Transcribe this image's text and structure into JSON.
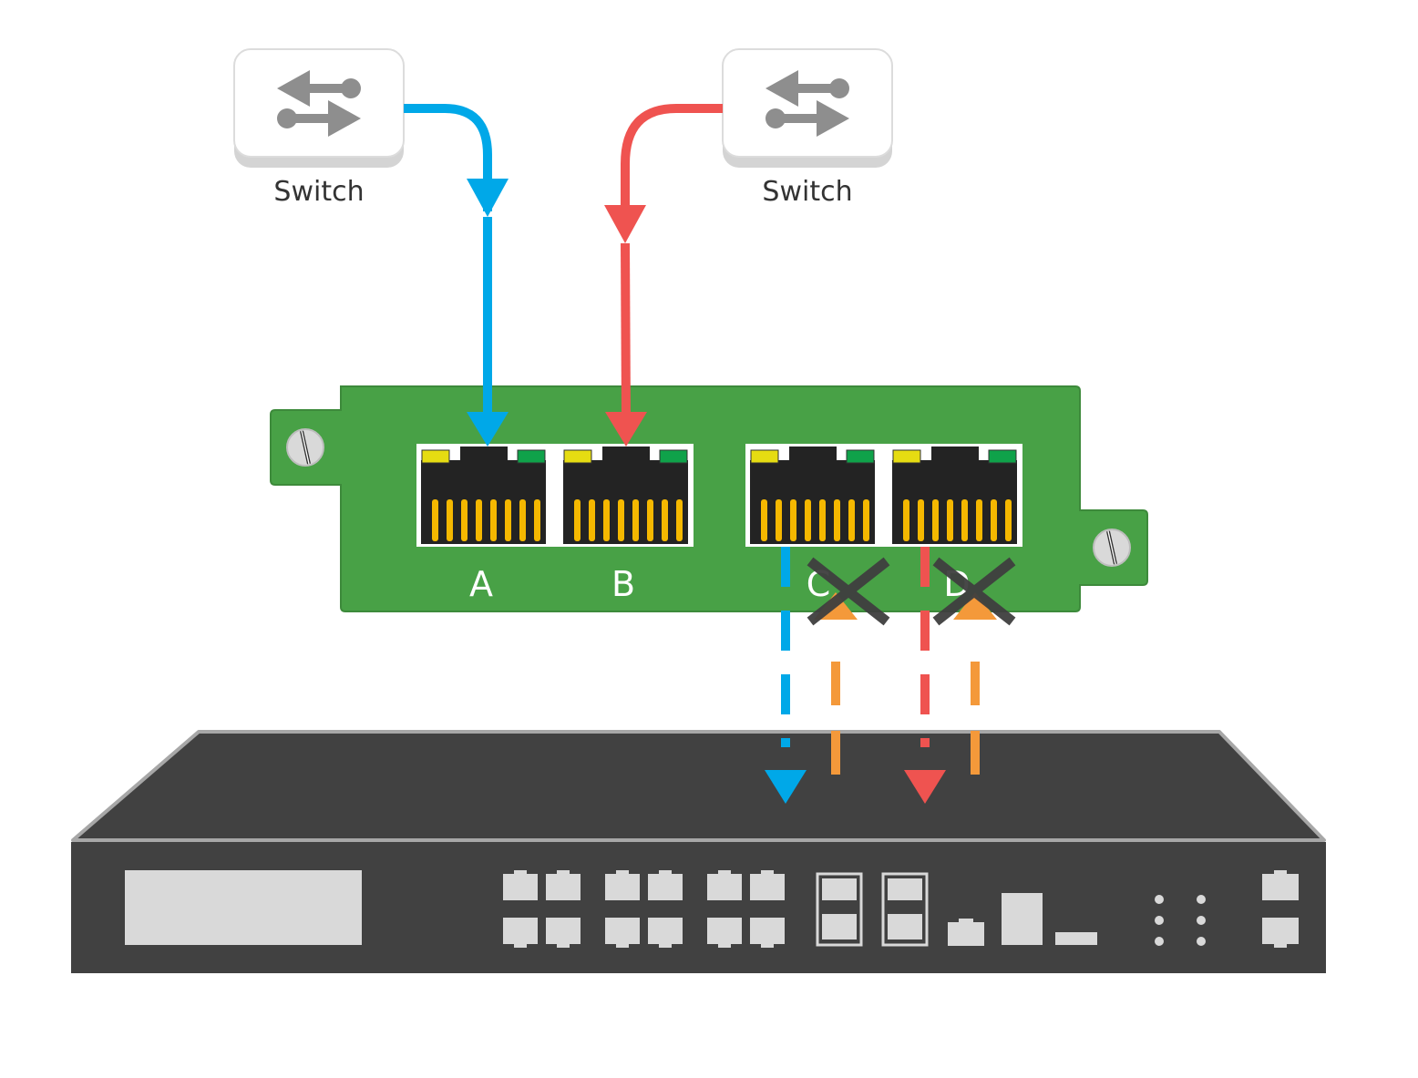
{
  "switches": [
    {
      "label": "Switch",
      "icon": "bidirectional-arrows-icon"
    },
    {
      "label": "Switch",
      "icon": "bidirectional-arrows-icon"
    }
  ],
  "bypass_module": {
    "ports": [
      {
        "label": "A",
        "status": "connected"
      },
      {
        "label": "B",
        "status": "connected"
      },
      {
        "label": "C",
        "status": "blocked"
      },
      {
        "label": "D",
        "status": "blocked"
      }
    ]
  },
  "colors": {
    "link_blue": "#00a8e8",
    "link_red": "#ef5350",
    "link_orange": "#f4993a",
    "board_green": "#48a146",
    "appliance_dark": "#414141",
    "block_mark": "#3f3f3f"
  },
  "appliance": {
    "icon": "network-appliance-icon"
  }
}
